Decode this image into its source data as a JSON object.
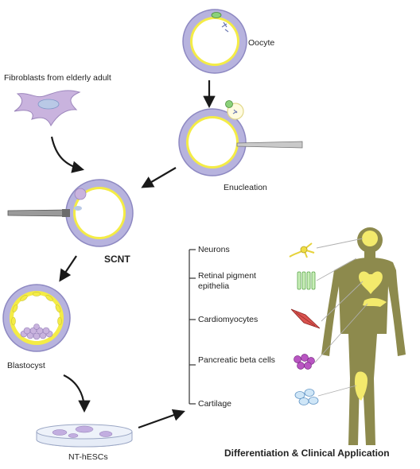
{
  "labels": {
    "oocyte": "Oocyte",
    "fibroblasts": "Fibroblasts from elderly adult",
    "enucleation": "Enucleation",
    "scnt": "SCNT",
    "blastocyst": "Blastocyst",
    "nt_hescs": "NT-hESCs",
    "title": "Differentiation & Clinical Application"
  },
  "cell_types": [
    {
      "label": "Neurons"
    },
    {
      "label": "Retinal pigment epithelia"
    },
    {
      "label": "Cardiomyocytes"
    },
    {
      "label": "Pancreatic beta cells"
    },
    {
      "label": "Cartilage"
    }
  ],
  "colors": {
    "zona": "#b7b3de",
    "zona_edge": "#8e89c2",
    "membrane": "#f4ec46",
    "body": "#8d8a4d",
    "organ": "#f3ea6c",
    "arrow": "#1a1a1a"
  }
}
